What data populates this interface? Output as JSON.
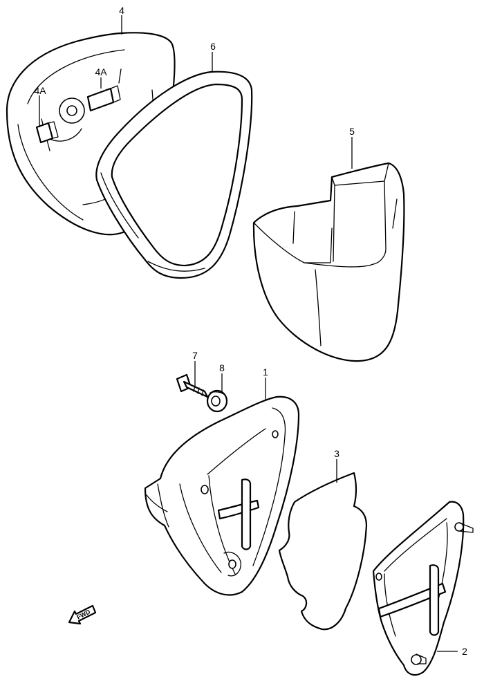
{
  "callouts": {
    "c1": "1",
    "c2": "2",
    "c3": "3",
    "c4": "4",
    "c4a_left": "4A",
    "c4a_right": "4A",
    "c5": "5",
    "c6": "6",
    "c7": "7",
    "c8": "8"
  },
  "direction_label": "FWD",
  "colors": {
    "line": "#000000",
    "background": "#ffffff"
  }
}
